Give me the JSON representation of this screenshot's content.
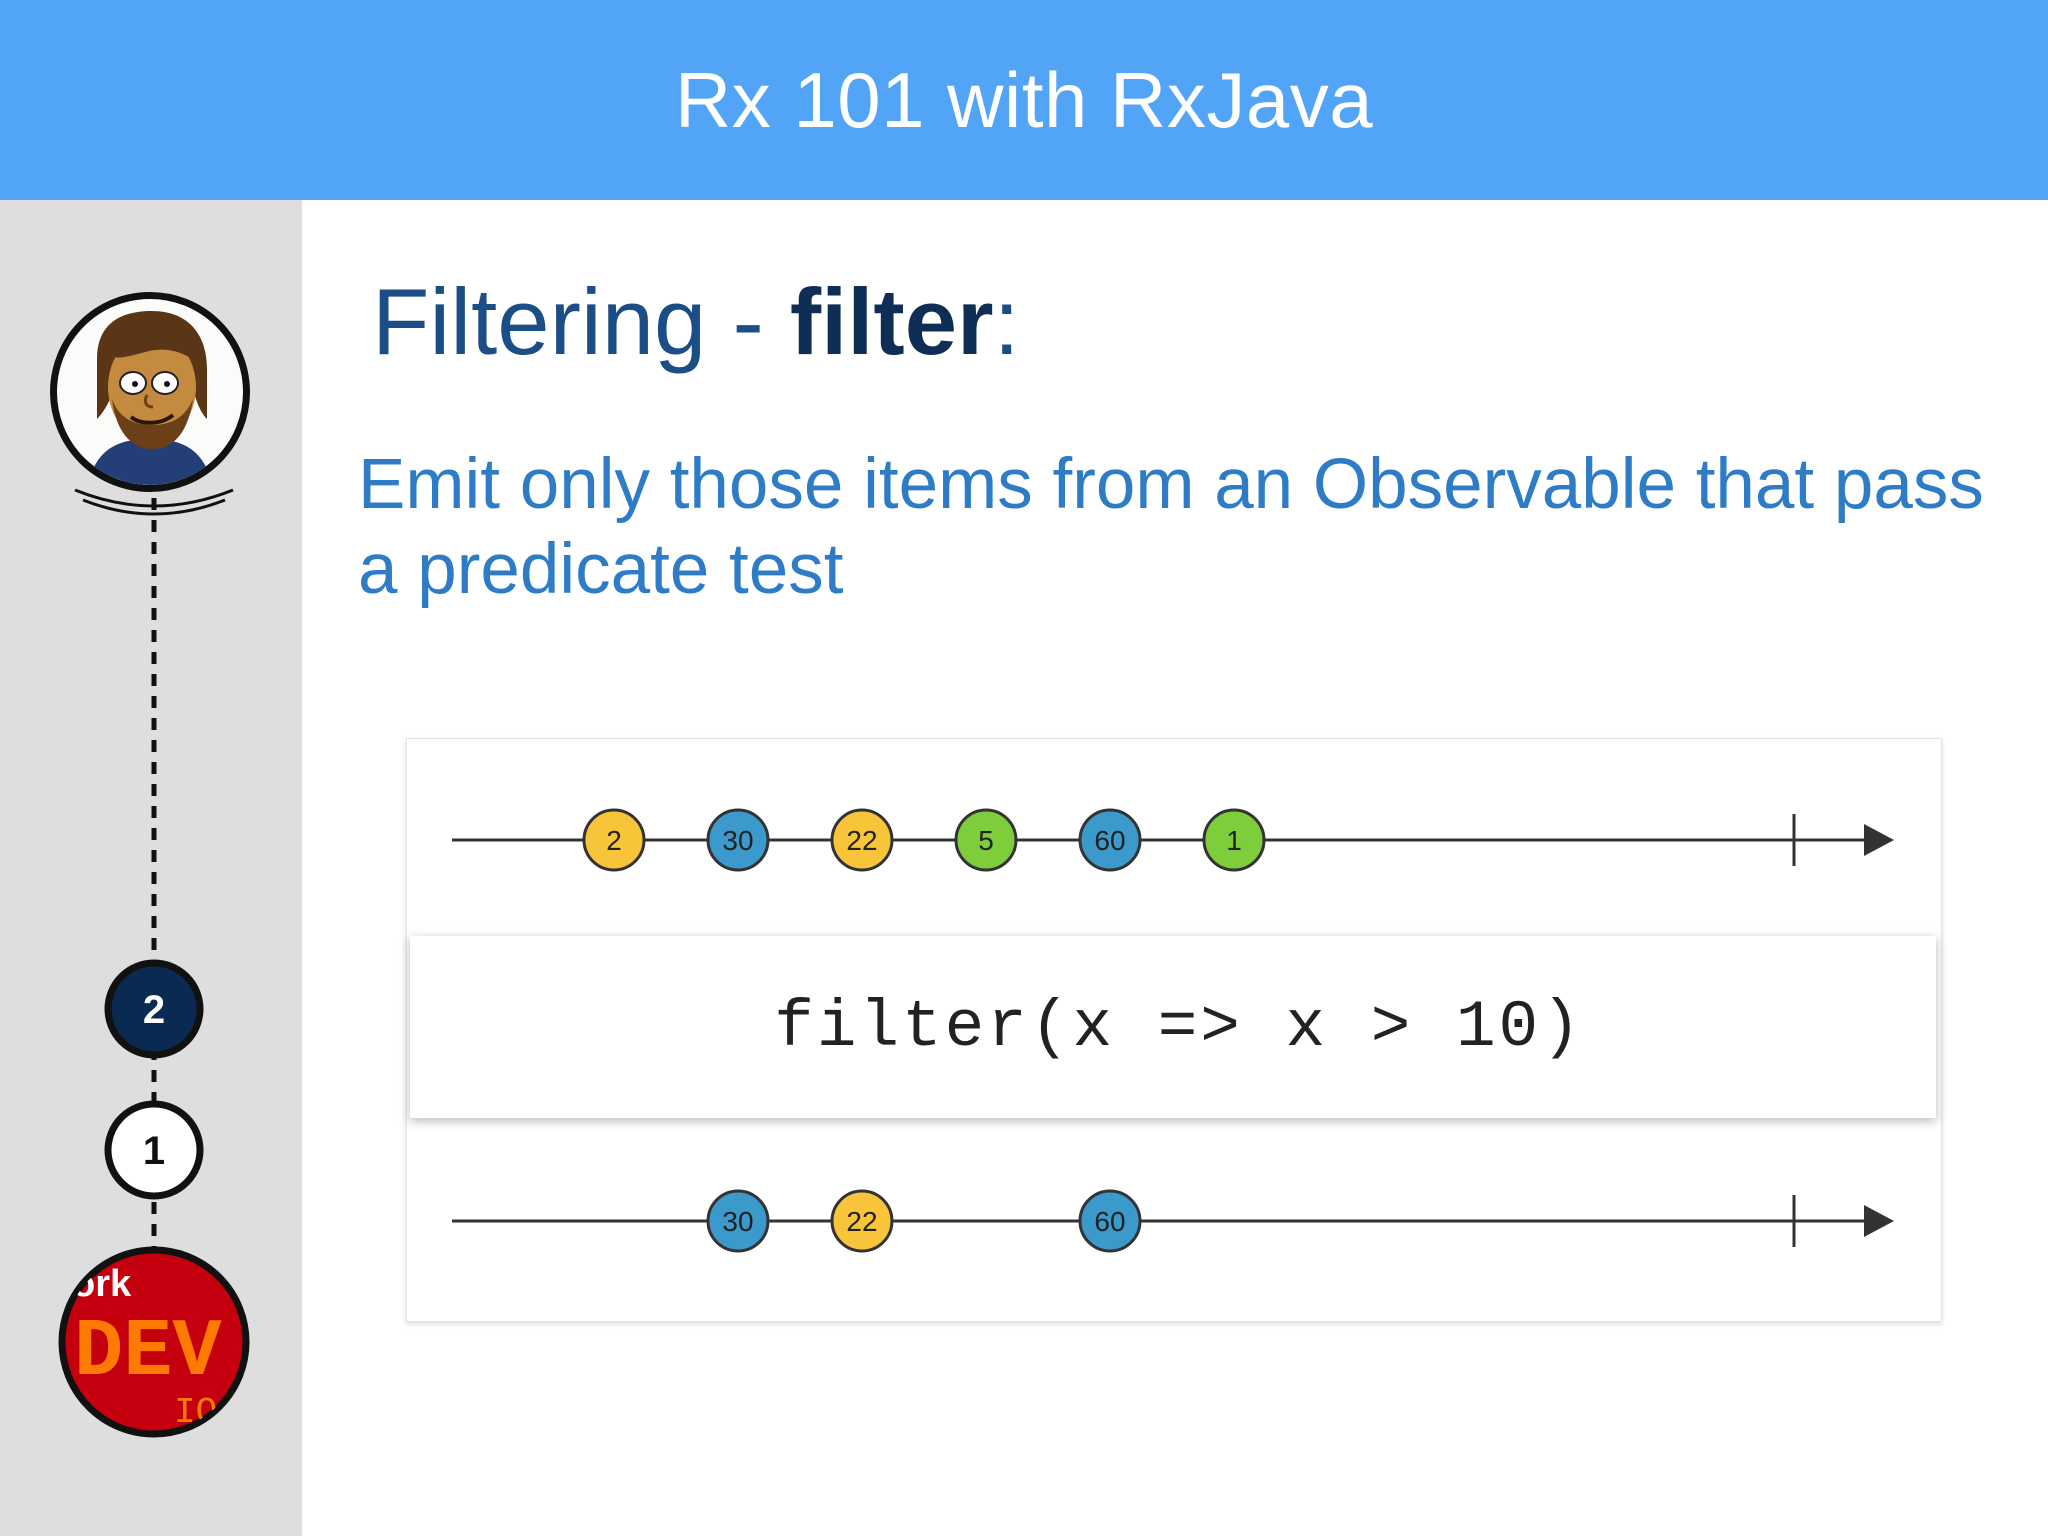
{
  "header": {
    "title": "Rx 101 with RxJava"
  },
  "slide": {
    "heading_prefix": "Filtering - ",
    "heading_strong": "filter",
    "heading_suffix": ":",
    "description": "Emit only those items from an Observable that pass a predicate test"
  },
  "sidebar": {
    "progress_steps": [
      {
        "label": "2",
        "state": "current"
      },
      {
        "label": "1",
        "state": "done"
      }
    ],
    "logo_text": {
      "top": "ork",
      "main": "DEV",
      "bottom": "IO"
    }
  },
  "diagram": {
    "operator_label": "filter(x => x > 10)",
    "input_marbles": [
      {
        "label": "2",
        "color": "#f8c53a"
      },
      {
        "label": "30",
        "color": "#3c99cb"
      },
      {
        "label": "22",
        "color": "#f8c53a"
      },
      {
        "label": "5",
        "color": "#7dce3a"
      },
      {
        "label": "60",
        "color": "#3c99cb"
      },
      {
        "label": "1",
        "color": "#7dce3a"
      }
    ],
    "output_marbles": [
      {
        "label": "30",
        "color": "#3c99cb"
      },
      {
        "label": "22",
        "color": "#f8c53a"
      },
      {
        "label": "60",
        "color": "#3c99cb"
      }
    ]
  }
}
